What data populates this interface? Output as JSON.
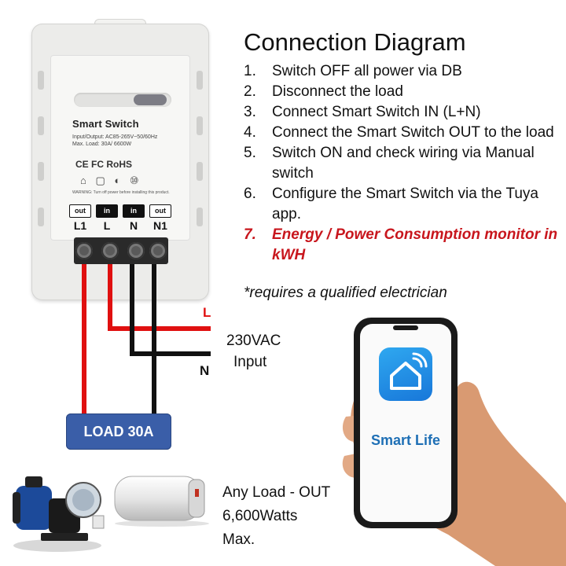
{
  "device": {
    "title": "Smart Switch",
    "spec_line1": "Input/Output: AC85-265V~50/60Hz",
    "spec_line2": "Max. Load: 30A/ 6600W",
    "certifications": "CE FC RoHS",
    "warning": "WARNING: Turn off power before installing this product.",
    "terminal_tags": [
      "out",
      "in",
      "in",
      "out"
    ],
    "terminal_letters": [
      "L1",
      "L",
      "N",
      "N1"
    ]
  },
  "diagram": {
    "title": "Connection Diagram",
    "steps": [
      {
        "num": "1.",
        "text": "Switch OFF all power via DB"
      },
      {
        "num": "2.",
        "text": "Disconnect the load"
      },
      {
        "num": "3.",
        "text": "Connect Smart Switch IN (L+N)"
      },
      {
        "num": "4.",
        "text": "Connect the Smart Switch OUT to the load"
      },
      {
        "num": "5.",
        "text": "Switch ON and check wiring via Manual switch"
      },
      {
        "num": "6.",
        "text": "Configure the Smart Switch via the Tuya app."
      },
      {
        "num": "7.",
        "text": "Energy / Power Consumption monitor  in kWH"
      }
    ],
    "note": "*requires a qualified electrician"
  },
  "wiring": {
    "live_label": "L",
    "neutral_label": "N",
    "input_line1": "230VAC",
    "input_line2": "Input",
    "load_label": "LOAD 30A",
    "live_color": "#e01010",
    "neutral_color": "#111111"
  },
  "loads": {
    "caption_line1": "Any Load - OUT",
    "caption_line2": "6,600Watts",
    "caption_line3": "Max."
  },
  "phone": {
    "app_name": "Smart Life",
    "app_icon": "home-wifi-icon"
  }
}
